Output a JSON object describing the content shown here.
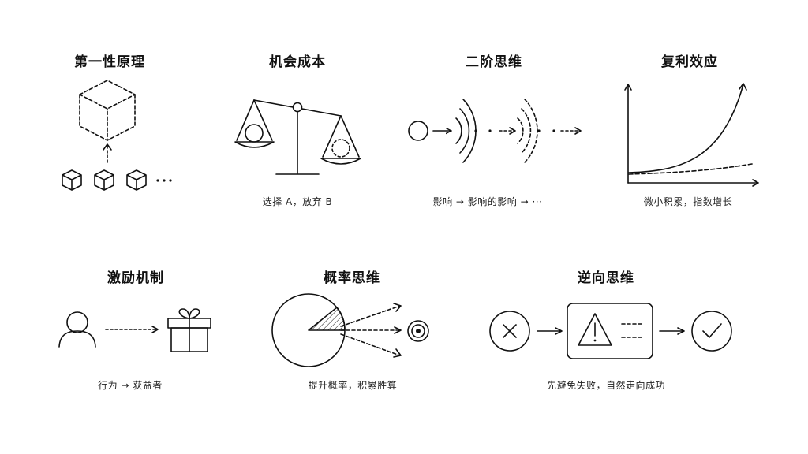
{
  "panels": [
    {
      "title": "第一性原理",
      "caption": ""
    },
    {
      "title": "机会成本",
      "caption": "选择 A，放弃 B"
    },
    {
      "title": "二阶思维",
      "caption": "影响 → 影响的影响 → ···"
    },
    {
      "title": "复利效应",
      "caption": "微小积累，指数增长"
    },
    {
      "title": "激励机制",
      "caption": "行为 → 获益者"
    },
    {
      "title": "概率思维",
      "caption": "提升概率，积累胜算"
    },
    {
      "title": "逆向思维",
      "caption": "先避免失败，自然走向成功"
    }
  ],
  "colors": {
    "ink": "#111111",
    "background": "#ffffff"
  },
  "icons": [
    "cube-icon",
    "balance-scale-icon",
    "ripple-icon",
    "growth-curve-icon",
    "person-icon",
    "gift-icon",
    "pie-icon",
    "target-icon",
    "x-circle-icon",
    "warning-icon",
    "check-circle-icon"
  ]
}
